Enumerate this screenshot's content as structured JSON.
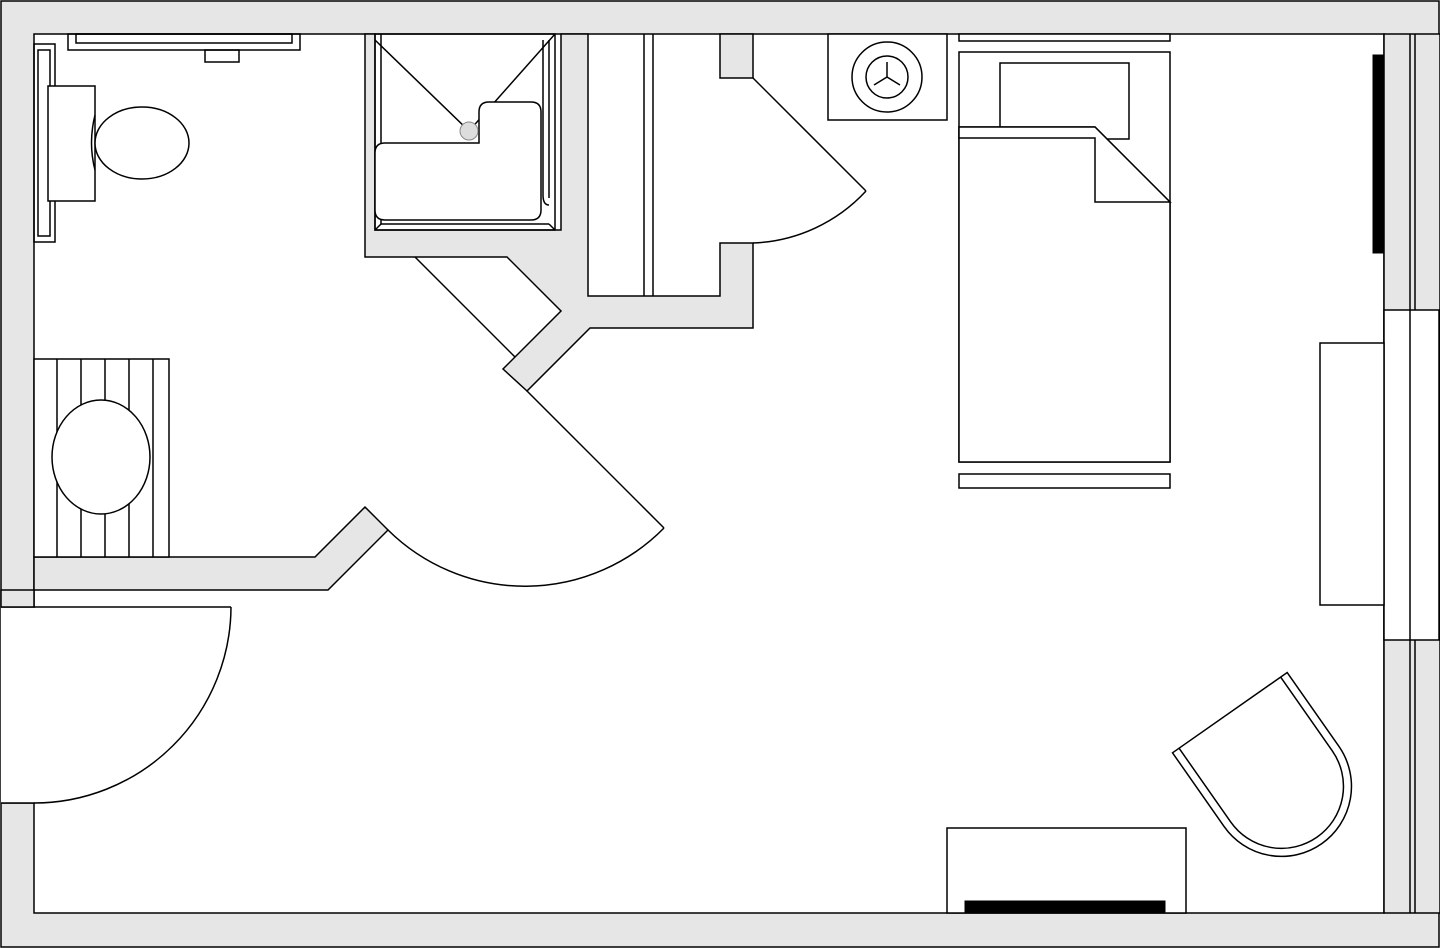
{
  "plan": {
    "wall_color": "#e6e6e6",
    "line_color": "#000000",
    "floor_color": "#ffffff",
    "rooms": [
      "bathroom",
      "shower",
      "closet",
      "bedroom"
    ]
  }
}
